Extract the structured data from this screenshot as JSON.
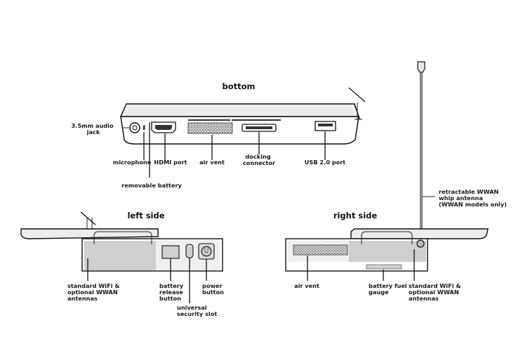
{
  "views": {
    "bottom": {
      "title": "bottom"
    },
    "left": {
      "title": "left side"
    },
    "right": {
      "title": "right side"
    }
  },
  "labels": {
    "audio_jack": [
      "3.5mm audio",
      "jack"
    ],
    "microphone": "microphone",
    "hdmi": "HDMI port",
    "air_vent_bottom": "air vent",
    "docking": [
      "docking",
      "connector"
    ],
    "usb": "USB 2.0 port",
    "removable_battery": "removable battery",
    "whip_antenna": [
      "retractable WWAN",
      "whip antenna",
      "(WWAN models only)"
    ],
    "wifi_left": [
      "standard WiFi &",
      "optional WWAN",
      "antennas"
    ],
    "battery_release": [
      "battery",
      "release",
      "button"
    ],
    "security_slot": [
      "universal",
      "security slot"
    ],
    "power": [
      "power",
      "button"
    ],
    "air_vent_right": "air vent",
    "fuel_gauge": [
      "battery fuel",
      "gauge"
    ],
    "wifi_right": [
      "standard WiFi &",
      "optional WWAN",
      "antennas"
    ]
  }
}
